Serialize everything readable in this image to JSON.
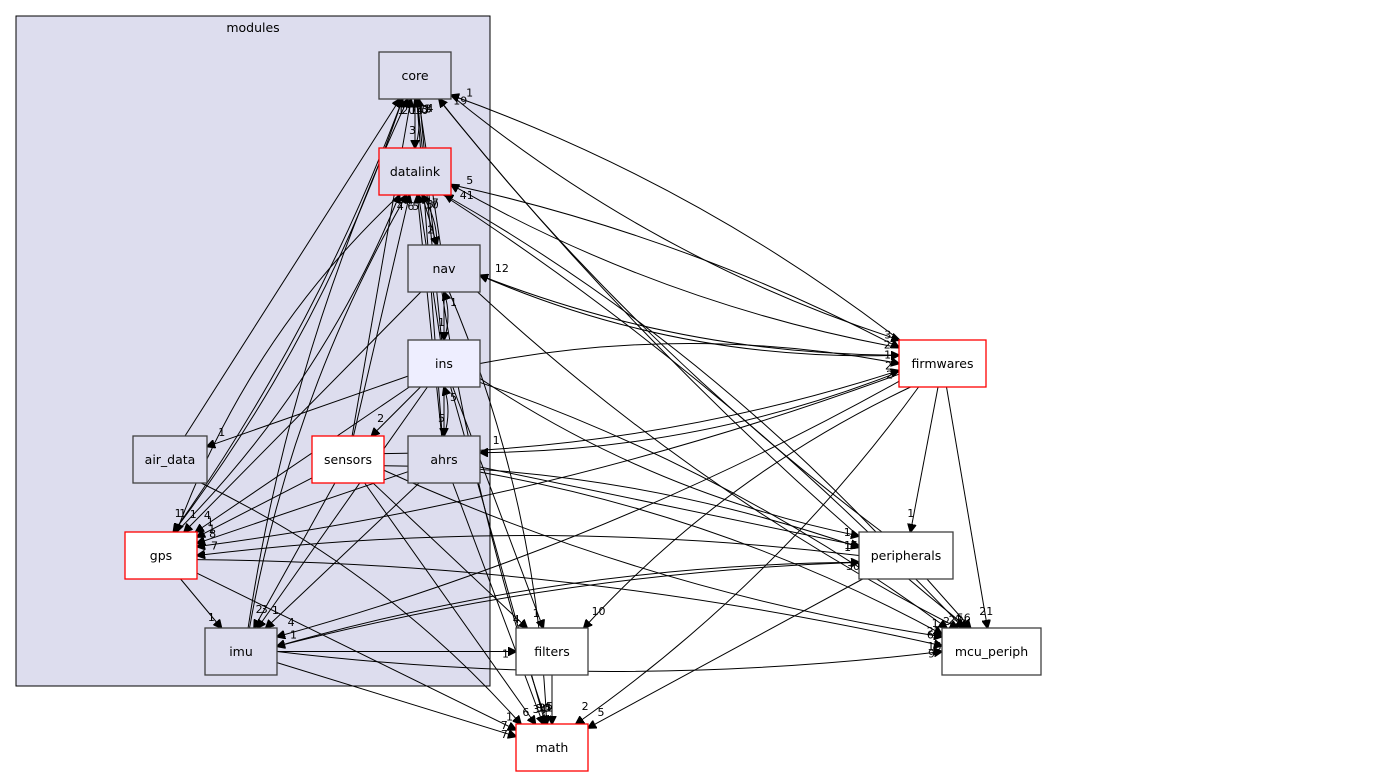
{
  "graph": {
    "cluster": {
      "label": "modules"
    },
    "colors": {
      "cluster_fill": "#ddddee",
      "inner_node_fill": "#ddddee",
      "highlight_node_fill": "#eeeeff",
      "outer_node_fill": "#ffffff",
      "default_border": "#404040",
      "red_border": "#ff0000"
    },
    "nodes": [
      {
        "id": "core",
        "label": "core",
        "group": "inner",
        "border": "default"
      },
      {
        "id": "datalink",
        "label": "datalink",
        "group": "inner",
        "border": "red"
      },
      {
        "id": "nav",
        "label": "nav",
        "group": "inner",
        "border": "default"
      },
      {
        "id": "ins",
        "label": "ins",
        "group": "highlight",
        "border": "default"
      },
      {
        "id": "air_data",
        "label": "air_data",
        "group": "inner",
        "border": "default"
      },
      {
        "id": "sensors",
        "label": "sensors",
        "group": "outer",
        "border": "red"
      },
      {
        "id": "ahrs",
        "label": "ahrs",
        "group": "inner",
        "border": "default"
      },
      {
        "id": "gps",
        "label": "gps",
        "group": "outer",
        "border": "red"
      },
      {
        "id": "imu",
        "label": "imu",
        "group": "inner",
        "border": "default"
      },
      {
        "id": "firmwares",
        "label": "firmwares",
        "group": "outer",
        "border": "red"
      },
      {
        "id": "peripherals",
        "label": "peripherals",
        "group": "outer",
        "border": "default"
      },
      {
        "id": "filters",
        "label": "filters",
        "group": "outer",
        "border": "default"
      },
      {
        "id": "mcu_periph",
        "label": "mcu_periph",
        "group": "outer",
        "border": "default"
      },
      {
        "id": "math",
        "label": "math",
        "group": "outer",
        "border": "red"
      }
    ],
    "edges": [
      {
        "from": "core",
        "to": "datalink",
        "label": "3"
      },
      {
        "from": "datalink",
        "to": "core",
        "label": "3"
      },
      {
        "from": "nav",
        "to": "core",
        "label": "4"
      },
      {
        "from": "datalink",
        "to": "nav",
        "label": "2"
      },
      {
        "from": "nav",
        "to": "datalink",
        "label": "7"
      },
      {
        "from": "nav",
        "to": "ins",
        "label": "1"
      },
      {
        "from": "ins",
        "to": "nav",
        "label": "1"
      },
      {
        "from": "ins",
        "to": "ahrs",
        "label": "5"
      },
      {
        "from": "ahrs",
        "to": "ins",
        "label": "5"
      },
      {
        "from": "ins",
        "to": "sensors",
        "label": "2"
      },
      {
        "from": "ins",
        "to": "air_data",
        "label": "1"
      },
      {
        "from": "firmwares",
        "to": "ahrs",
        "label": "1"
      },
      {
        "from": "gps",
        "to": "core",
        "label": "20"
      },
      {
        "from": "imu",
        "to": "core",
        "label": "14"
      },
      {
        "from": "air_data",
        "to": "core",
        "label": "1"
      },
      {
        "from": "sensors",
        "to": "core",
        "label": "10"
      },
      {
        "from": "ins",
        "to": "core",
        "label": "3"
      },
      {
        "from": "ahrs",
        "to": "core",
        "label": "1"
      },
      {
        "from": "firmwares",
        "to": "core",
        "label": "1"
      },
      {
        "from": "peripherals",
        "to": "core",
        "label": "19"
      },
      {
        "from": "gps",
        "to": "datalink",
        "label": "4"
      },
      {
        "from": "imu",
        "to": "datalink",
        "label": "6"
      },
      {
        "from": "sensors",
        "to": "datalink",
        "label": "5"
      },
      {
        "from": "ahrs",
        "to": "datalink",
        "label": "10"
      },
      {
        "from": "ins",
        "to": "datalink",
        "label": "3"
      },
      {
        "from": "firmwares",
        "to": "datalink",
        "label": "5"
      },
      {
        "from": "peripherals",
        "to": "datalink",
        "label": "41"
      },
      {
        "from": "firmwares",
        "to": "nav",
        "label": "12"
      },
      {
        "from": "nav",
        "to": "firmwares",
        "label": "1"
      },
      {
        "from": "datalink",
        "to": "firmwares",
        "label": "2"
      },
      {
        "from": "core",
        "to": "firmwares",
        "label": "3"
      },
      {
        "from": "ins",
        "to": "firmwares",
        "label": "2"
      },
      {
        "from": "sensors",
        "to": "firmwares",
        "label": "2"
      },
      {
        "from": "core",
        "to": "gps",
        "label": "1"
      },
      {
        "from": "datalink",
        "to": "gps",
        "label": "1"
      },
      {
        "from": "nav",
        "to": "gps",
        "label": "1"
      },
      {
        "from": "ins",
        "to": "gps",
        "label": "4"
      },
      {
        "from": "sensors",
        "to": "gps",
        "label": "1"
      },
      {
        "from": "ahrs",
        "to": "gps",
        "label": "1"
      },
      {
        "from": "firmwares",
        "to": "gps",
        "label": "8"
      },
      {
        "from": "peripherals",
        "to": "gps",
        "label": "7"
      },
      {
        "from": "gps",
        "to": "imu",
        "label": "1"
      },
      {
        "from": "ins",
        "to": "imu",
        "label": "3"
      },
      {
        "from": "sensors",
        "to": "imu",
        "label": "2"
      },
      {
        "from": "ahrs",
        "to": "imu",
        "label": "1"
      },
      {
        "from": "firmwares",
        "to": "imu",
        "label": "4"
      },
      {
        "from": "peripherals",
        "to": "imu",
        "label": "1"
      },
      {
        "from": "imu",
        "to": "filters",
        "label": "1"
      },
      {
        "from": "sensors",
        "to": "filters",
        "label": "4"
      },
      {
        "from": "ins",
        "to": "filters",
        "label": "1"
      },
      {
        "from": "firmwares",
        "to": "filters",
        "label": "10"
      },
      {
        "from": "filters",
        "to": "math",
        "label": "5"
      },
      {
        "from": "ins",
        "to": "peripherals",
        "label": "1"
      },
      {
        "from": "sensors",
        "to": "peripherals",
        "label": "1"
      },
      {
        "from": "ahrs",
        "to": "peripherals",
        "label": "15"
      },
      {
        "from": "imu",
        "to": "peripherals",
        "label": "30"
      },
      {
        "from": "firmwares",
        "to": "peripherals",
        "label": "1"
      },
      {
        "from": "peripherals",
        "to": "mcu_periph",
        "label": "56"
      },
      {
        "from": "imu",
        "to": "mcu_periph",
        "label": "9"
      },
      {
        "from": "ahrs",
        "to": "mcu_periph",
        "label": "22"
      },
      {
        "from": "sensors",
        "to": "mcu_periph",
        "label": "60"
      },
      {
        "from": "gps",
        "to": "mcu_periph",
        "label": "16"
      },
      {
        "from": "nav",
        "to": "mcu_periph",
        "label": "2"
      },
      {
        "from": "ins",
        "to": "mcu_periph",
        "label": "1"
      },
      {
        "from": "firmwares",
        "to": "mcu_periph",
        "label": "21"
      },
      {
        "from": "datalink",
        "to": "mcu_periph",
        "label": "27"
      },
      {
        "from": "core",
        "to": "mcu_periph",
        "label": "4"
      },
      {
        "from": "imu",
        "to": "math",
        "label": "7"
      },
      {
        "from": "gps",
        "to": "math",
        "label": "7"
      },
      {
        "from": "air_data",
        "to": "math",
        "label": "1"
      },
      {
        "from": "sensors",
        "to": "math",
        "label": "6"
      },
      {
        "from": "ahrs",
        "to": "math",
        "label": "34"
      },
      {
        "from": "ins",
        "to": "math",
        "label": "30"
      },
      {
        "from": "nav",
        "to": "math",
        "label": "15"
      },
      {
        "from": "peripherals",
        "to": "math",
        "label": "5"
      },
      {
        "from": "firmwares",
        "to": "math",
        "label": "2"
      },
      {
        "from": "core",
        "to": "math",
        "label": "31"
      }
    ]
  }
}
